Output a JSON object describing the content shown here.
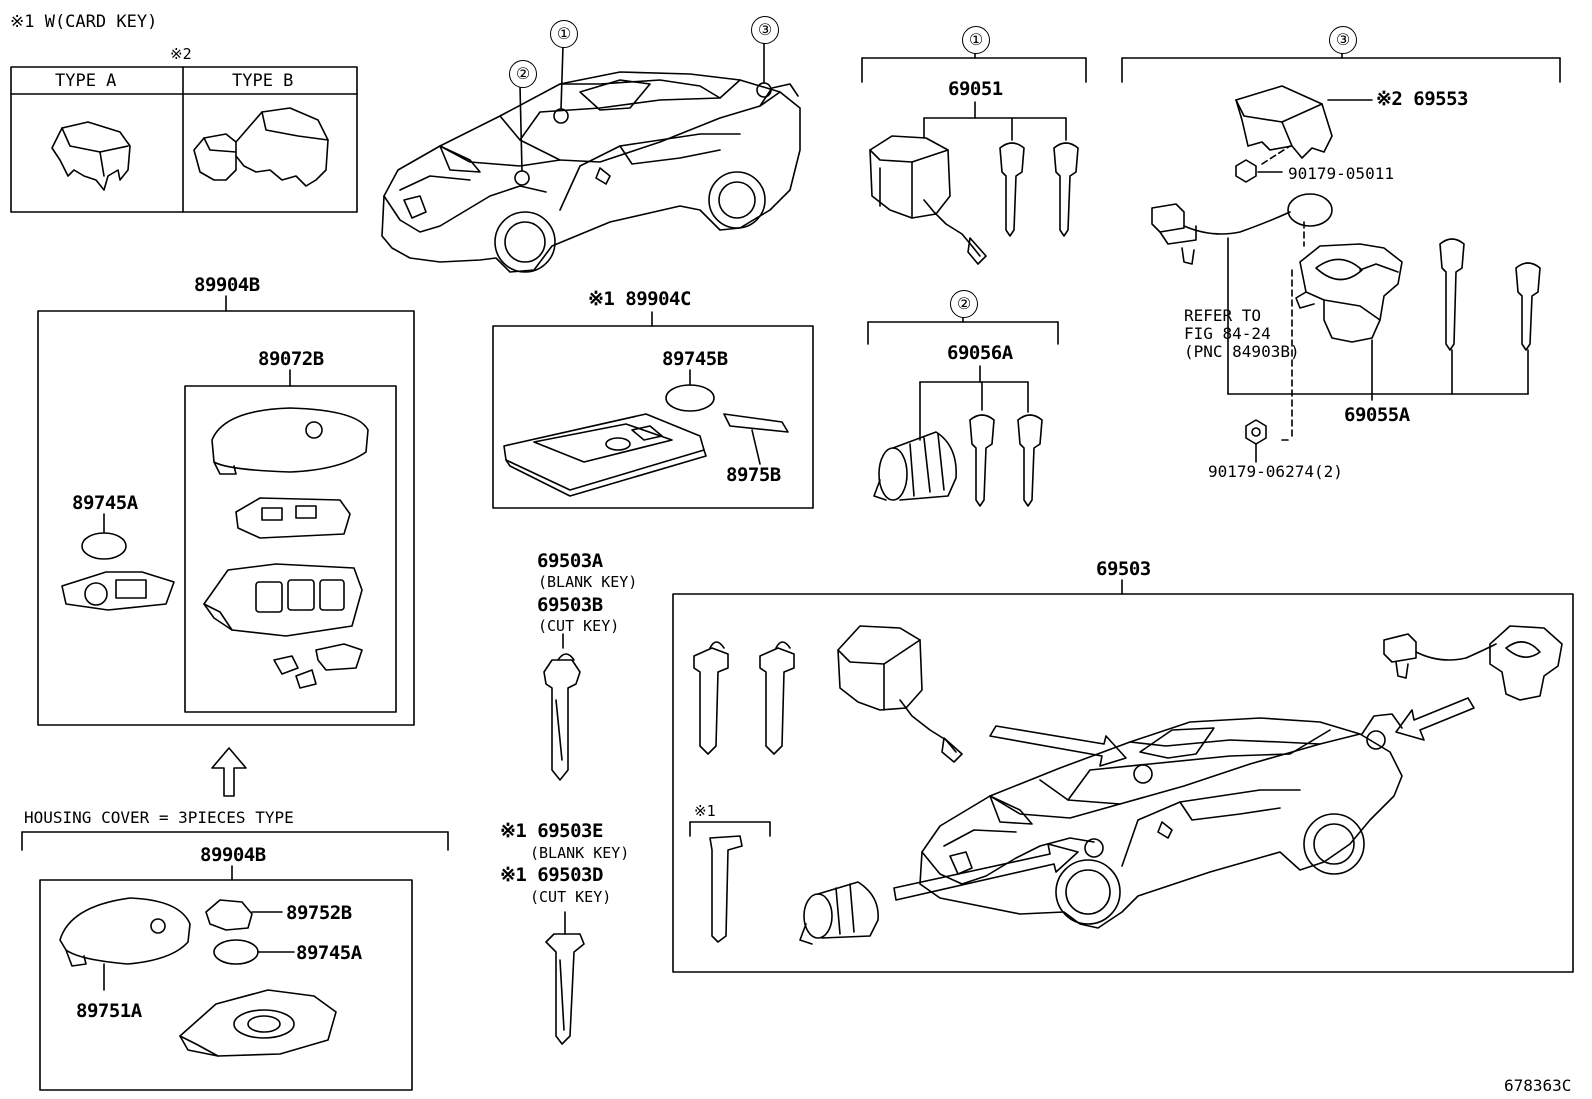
{
  "notes": {
    "note1": "※1 W(CARD KEY)",
    "note2": "※2"
  },
  "type_table": {
    "type_a": "TYPE  A",
    "type_b": "TYPE  B"
  },
  "callouts": {
    "c1_car": "①",
    "c2_car": "②",
    "c3_car": "③",
    "c1_group": "①",
    "c2_group": "②",
    "c3_group": "③"
  },
  "parts": {
    "p69051": "69051",
    "p69056A": "69056A",
    "p69553": "※2 69553",
    "p90179_05011": "90179-05011",
    "p69055A": "69055A",
    "p90179_06274": "90179-06274(2)",
    "refer_line1": "REFER TO",
    "refer_line2": "FIG 84-24",
    "refer_line3": "(PNC 84903B)",
    "p89904B_top": "89904B",
    "p89072B": "89072B",
    "p89745A_top": "89745A",
    "p89904C": "※1 89904C",
    "p89745B": "89745B",
    "p8975B": "8975B",
    "p69503A": "69503A",
    "blank_key_a": "(BLANK KEY)",
    "p69503B": "69503B",
    "cut_key_b": "(CUT KEY)",
    "p69503E": "※1 69503E",
    "blank_key_e": "(BLANK KEY)",
    "p69503D": "※1 69503D",
    "cut_key_d": "(CUT KEY)",
    "p69503": "69503",
    "note1_small": "※1",
    "housing_cover": "HOUSING COVER = 3PIECES TYPE",
    "p89904B_bottom": "89904B",
    "p89752B": "89752B",
    "p89745A_bottom": "89745A",
    "p89751A": "89751A"
  },
  "figure_id": "678363C"
}
